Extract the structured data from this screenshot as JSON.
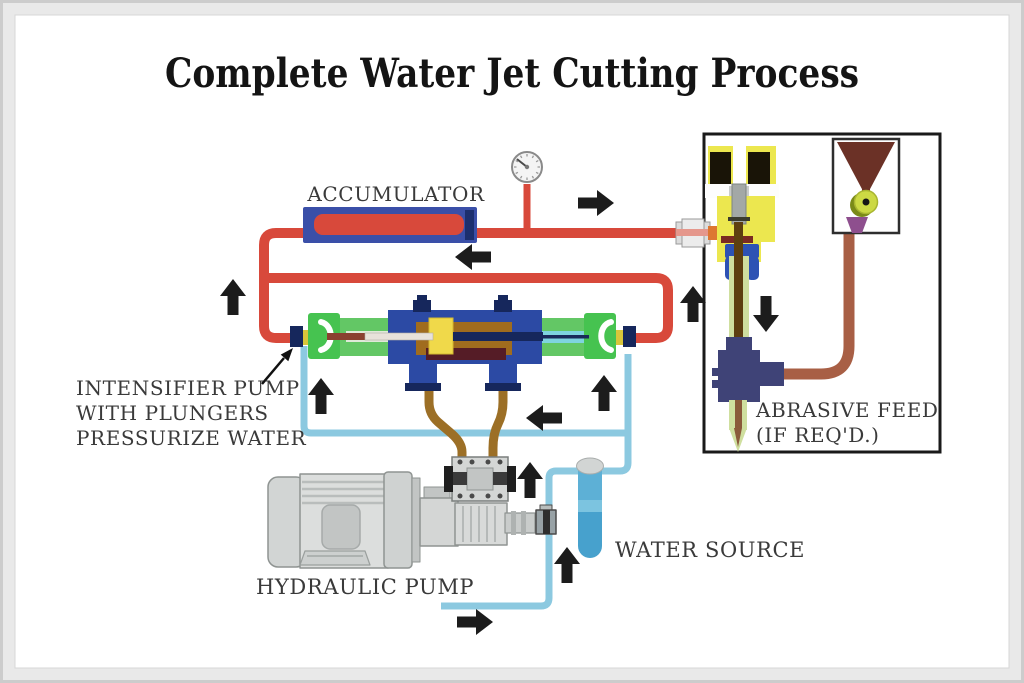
{
  "title": "Complete Water Jet Cutting Process",
  "labels": {
    "accumulator": "ACCUMULATOR",
    "intensifier": [
      "INTENSIFIER PUMP",
      "WITH PLUNGERS",
      "PRESSURIZE WATER"
    ],
    "hydraulic_pump": "HYDRAULIC PUMP",
    "water_source": "WATER SOURCE",
    "abrasive_feed": [
      "ABRASIVE FEED",
      "(IF REQ'D.)"
    ]
  },
  "components": [
    "accumulator",
    "pressure-gauge",
    "intensifier-pump",
    "hydraulic-pump",
    "hydraulic-valve-block",
    "water-source-tube",
    "cutting-head",
    "abrasive-hopper",
    "abrasive-feed-panel"
  ],
  "flow_arrows": {
    "count": 11,
    "directions": [
      "right",
      "left",
      "up",
      "up",
      "up",
      "up",
      "left",
      "up",
      "up",
      "right",
      "down"
    ]
  },
  "colors": {
    "high_pressure_water": "#d8493b",
    "low_pressure_water": "#8cc9e0",
    "hydraulic_oil": "#9c6f26",
    "abrasive_line": "#a85f45",
    "accumulator_shell": "#3a4fa8",
    "intensifier_body": "#2c4aa4",
    "intensifier_cylinder": "#63c765",
    "piston": "#f0d94a",
    "oil_chamber": "#a06c1e",
    "water_tube": "#47a1cd",
    "cutting_head_yellow": "#ece74f",
    "mixing_chamber": "#3f4377",
    "hopper_funnel": "#6b3126",
    "metering_wheel": "#ccd944",
    "arrow_black": "#1c1c1c",
    "frame_gray": "#e9e9e9"
  }
}
